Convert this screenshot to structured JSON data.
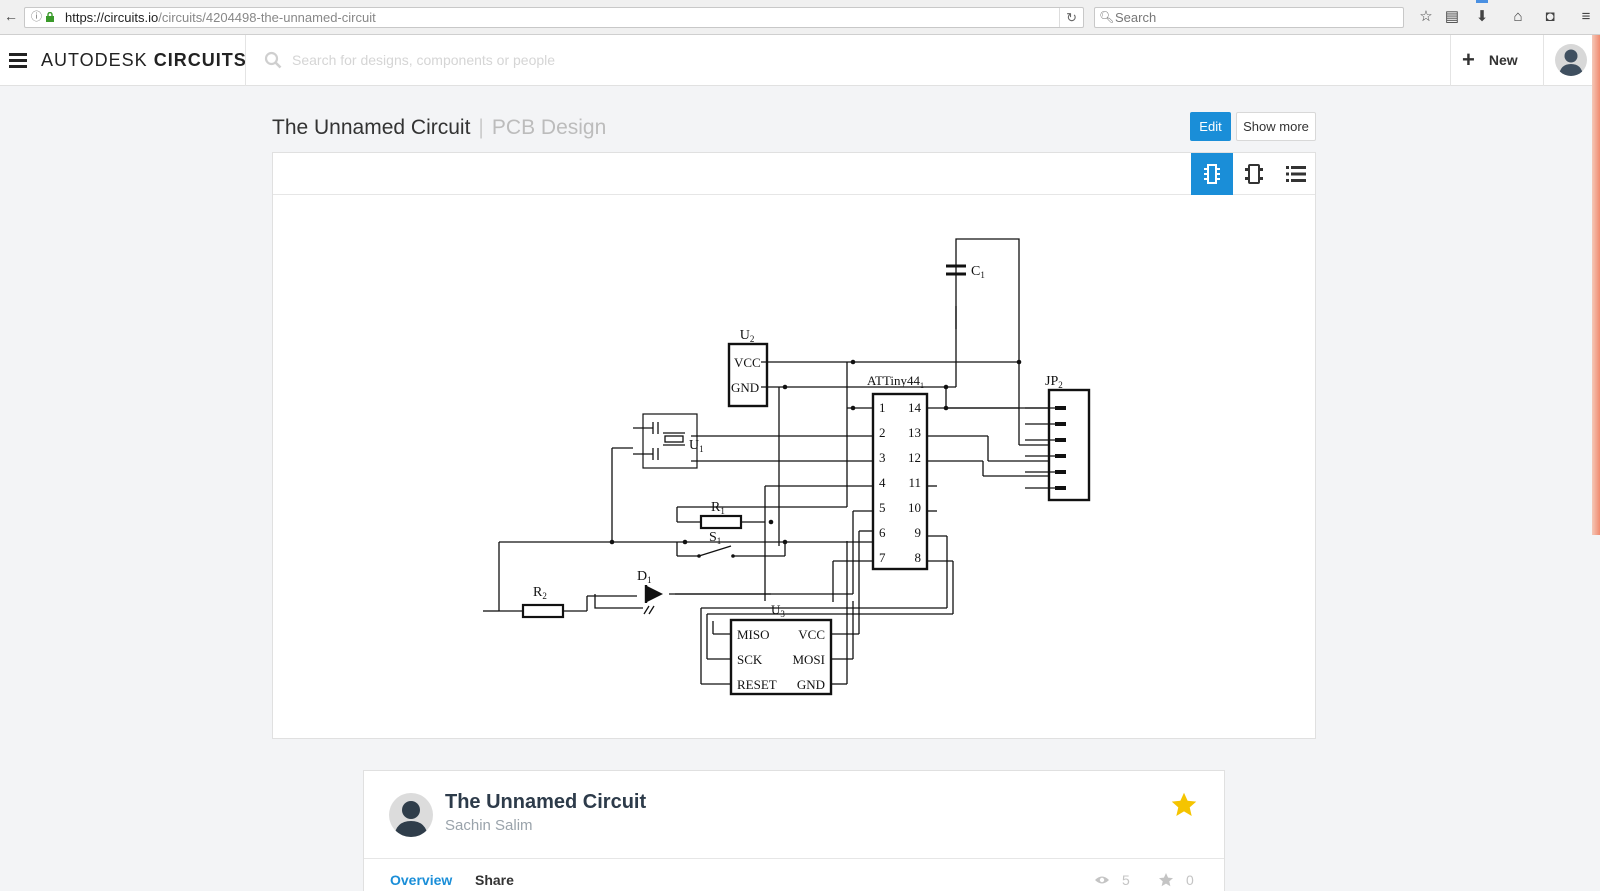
{
  "browser": {
    "url_host": "https://circuits.io",
    "url_path": "/circuits/4204498-the-unnamed-circuit",
    "search_placeholder": "Search"
  },
  "header": {
    "brand_light": "AUTODESK",
    "brand_bold": "CIRCUITS",
    "search_placeholder": "Search for designs, components or people",
    "new_label": "New"
  },
  "page": {
    "title": "The Unnamed Circuit",
    "separator": "|",
    "subtitle": "PCB Design",
    "edit_label": "Edit",
    "show_more_label": "Show more"
  },
  "view_toolbar": {
    "buttons": [
      {
        "icon": "schematic-view-icon",
        "active": true
      },
      {
        "icon": "pcb-view-icon",
        "active": false
      },
      {
        "icon": "list-view-icon",
        "active": false
      }
    ],
    "active_color": "#1a8ed8"
  },
  "schematic": {
    "components": {
      "c1": {
        "base": "C",
        "sub": "1"
      },
      "u2": {
        "base": "U",
        "sub": "2",
        "pins": [
          "VCC",
          "GND"
        ]
      },
      "attiny": {
        "base": "ATTiny44",
        "sub": "1",
        "left_pins": [
          "1",
          "2",
          "3",
          "4",
          "5",
          "6",
          "7"
        ],
        "right_pins": [
          "14",
          "13",
          "12",
          "11",
          "10",
          "9",
          "8"
        ]
      },
      "jp2": {
        "base": "JP",
        "sub": "2"
      },
      "u1": {
        "base": "U",
        "sub": "1"
      },
      "r1": {
        "base": "R",
        "sub": "1"
      },
      "s1": {
        "base": "S",
        "sub": "1"
      },
      "d1": {
        "base": "D",
        "sub": "1"
      },
      "r2": {
        "base": "R",
        "sub": "2"
      },
      "u3": {
        "base": "U",
        "sub": "3",
        "pins": {
          "miso": "MISO",
          "vcc": "VCC",
          "sck": "SCK",
          "mosi": "MOSI",
          "reset": "RESET",
          "gnd": "GND"
        }
      }
    }
  },
  "card": {
    "title": "The Unnamed Circuit",
    "author": "Sachin Salim",
    "tabs": [
      "Overview",
      "Share"
    ],
    "views": "5",
    "stars": "0",
    "star_color": "#f5c400"
  }
}
